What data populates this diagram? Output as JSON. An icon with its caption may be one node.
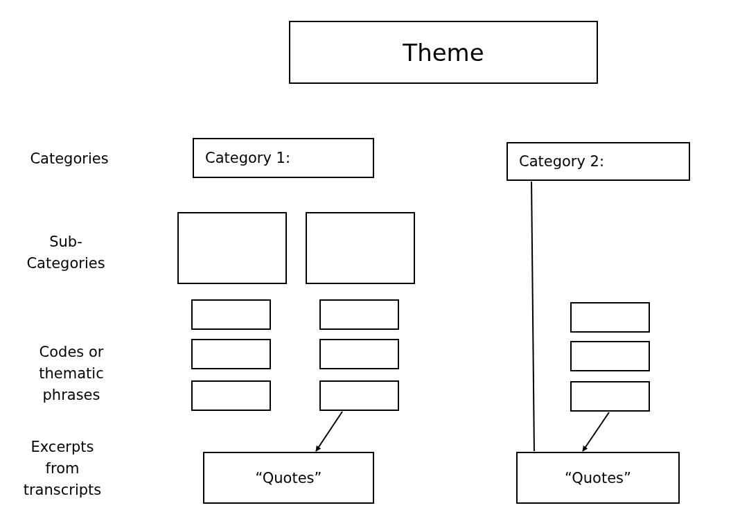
{
  "diagram": {
    "nodes": [
      {
        "text": [
          "Theme"
        ]
      },
      {
        "text": [
          "Category 1:"
        ]
      },
      {
        "text": [
          "Category 2:"
        ]
      },
      {
        "text": [],
        "shape": "box"
      },
      {
        "text": [],
        "shape": "box"
      },
      {
        "text": [],
        "shape": "box"
      },
      {
        "text": [],
        "shape": "box"
      },
      {
        "text": [],
        "shape": "box"
      },
      {
        "text": [],
        "shape": "box"
      },
      {
        "text": [],
        "shape": "box"
      },
      {
        "text": [],
        "shape": "box"
      },
      {
        "text": [],
        "shape": "box"
      },
      {
        "text": [],
        "shape": "box"
      },
      {
        "text": [],
        "shape": "box"
      },
      {
        "text": [
          "“Quotes”"
        ]
      },
      {
        "text": [
          "“Quotes”"
        ]
      }
    ],
    "edges": [
      {
        "from": 12,
        "to": 14,
        "arrow": "to"
      },
      {
        "from": 13,
        "to": 15,
        "arrow": "to"
      },
      {
        "from": 2,
        "to": 15,
        "arrow": "none"
      }
    ],
    "labels": [
      "Categories",
      "Sub- Categories",
      "Codes or thematic phrases",
      "Excerpts from transcripts"
    ]
  }
}
